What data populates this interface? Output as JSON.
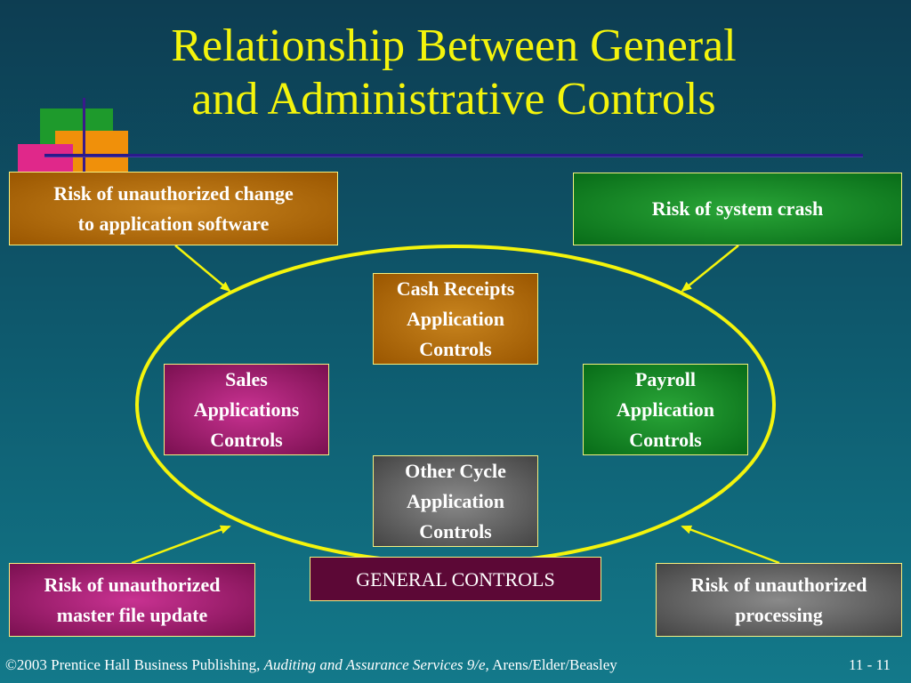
{
  "title": {
    "line1": "Relationship Between General",
    "line2": "and Administrative Controls"
  },
  "boxes": {
    "risk_software_change": [
      "Risk of unauthorized change",
      "to application software"
    ],
    "risk_system_crash": "Risk of system crash",
    "cash_receipts": [
      "Cash Receipts",
      "Application",
      "Controls"
    ],
    "sales": [
      "Sales",
      "Applications",
      "Controls"
    ],
    "payroll": [
      "Payroll",
      "Application",
      "Controls"
    ],
    "other_cycle": [
      "Other Cycle",
      "Application",
      "Controls"
    ],
    "risk_master_file": [
      "Risk of unauthorized",
      "master file update"
    ],
    "risk_processing": [
      "Risk of unauthorized",
      "processing"
    ],
    "general_controls": "GENERAL CONTROLS"
  },
  "footer": {
    "copyright": "©2003 Prentice Hall Business Publishing, ",
    "book": "Auditing and Assurance Services 9/e,",
    "authors": " Arens/Elder/Beasley",
    "page": "11 - 11"
  },
  "colors": {
    "title": "#f4f40c",
    "ellipse": "#f4f40c",
    "orange_box": "#b06c10",
    "green_box": "#1a8a28",
    "magenta_box": "#a8206c",
    "gray_box": "#666666",
    "general_controls_box": "#5c0836"
  }
}
